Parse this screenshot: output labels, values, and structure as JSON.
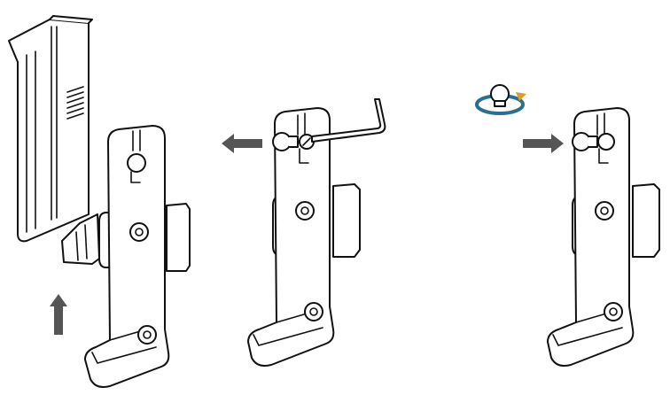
{
  "figure": {
    "steps": [
      {
        "name": "remove-battery-pack",
        "direction": "up",
        "arrow_icon": "arrow-up-icon"
      },
      {
        "name": "remove-pin-with-hex-key",
        "direction": "left",
        "arrow_icon": "arrow-left-icon",
        "tool_icon": "hex-key-icon"
      },
      {
        "name": "insert-and-rotate-pin",
        "direction": "right",
        "arrow_icon": "arrow-right-icon",
        "rotate_icon": "rotate-icon"
      }
    ],
    "colors": {
      "outline": "#111111",
      "arrow": "#555555",
      "rotate_ring": "#2b6f8f",
      "rotate_arrowhead": "#e09a2a"
    }
  }
}
